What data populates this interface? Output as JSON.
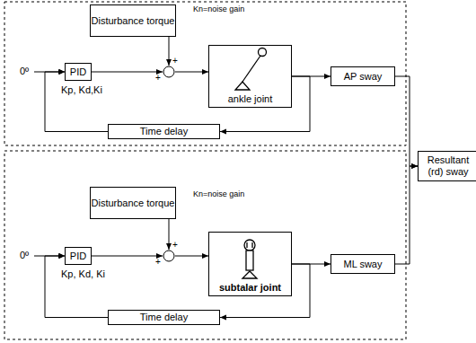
{
  "diagram": {
    "nodes": [
      {
        "text": [
          "Disturbance torque"
        ]
      },
      {
        "text": [
          "PID"
        ]
      },
      {
        "text": [
          "+",
          "+"
        ]
      },
      {
        "text": [
          "ankle joint"
        ]
      },
      {
        "text": [
          "AP sway"
        ]
      },
      {
        "text": [
          "Time delay"
        ]
      },
      {
        "text": [
          "Resultant (rd) sway"
        ]
      },
      {
        "text": [
          "Disturbance torque"
        ]
      },
      {
        "text": [
          "PID"
        ]
      },
      {
        "text": [
          "+",
          "+"
        ]
      },
      {
        "text": [
          "subtalar joint"
        ]
      },
      {
        "text": [
          "ML sway"
        ]
      },
      {
        "text": [
          "Time delay"
        ]
      }
    ],
    "edges": [
      {
        "from": 1,
        "to": 2,
        "arrow": "to"
      },
      {
        "from": 0,
        "to": 2,
        "arrow": "to"
      },
      {
        "from": 2,
        "to": 3,
        "arrow": "to"
      },
      {
        "from": 3,
        "to": 4,
        "arrow": "to"
      },
      {
        "from": 3,
        "to": 5,
        "arrow": "to"
      },
      {
        "from": 5,
        "to": 1,
        "arrow": "to"
      },
      {
        "from": 4,
        "to": 6,
        "arrow": "to"
      },
      {
        "from": 8,
        "to": 9,
        "arrow": "to"
      },
      {
        "from": 7,
        "to": 9,
        "arrow": "to"
      },
      {
        "from": 9,
        "to": 10,
        "arrow": "to"
      },
      {
        "from": 10,
        "to": 11,
        "arrow": "to"
      },
      {
        "from": 10,
        "to": 12,
        "arrow": "to"
      },
      {
        "from": 12,
        "to": 8,
        "arrow": "to"
      },
      {
        "from": 11,
        "to": 6,
        "arrow": "to"
      }
    ],
    "labels": [
      "Kn=noise gain",
      "0º",
      "Kp, Kd,Ki",
      "Kn=noise gain",
      "0º",
      "Kp, Kd, Ki"
    ]
  }
}
